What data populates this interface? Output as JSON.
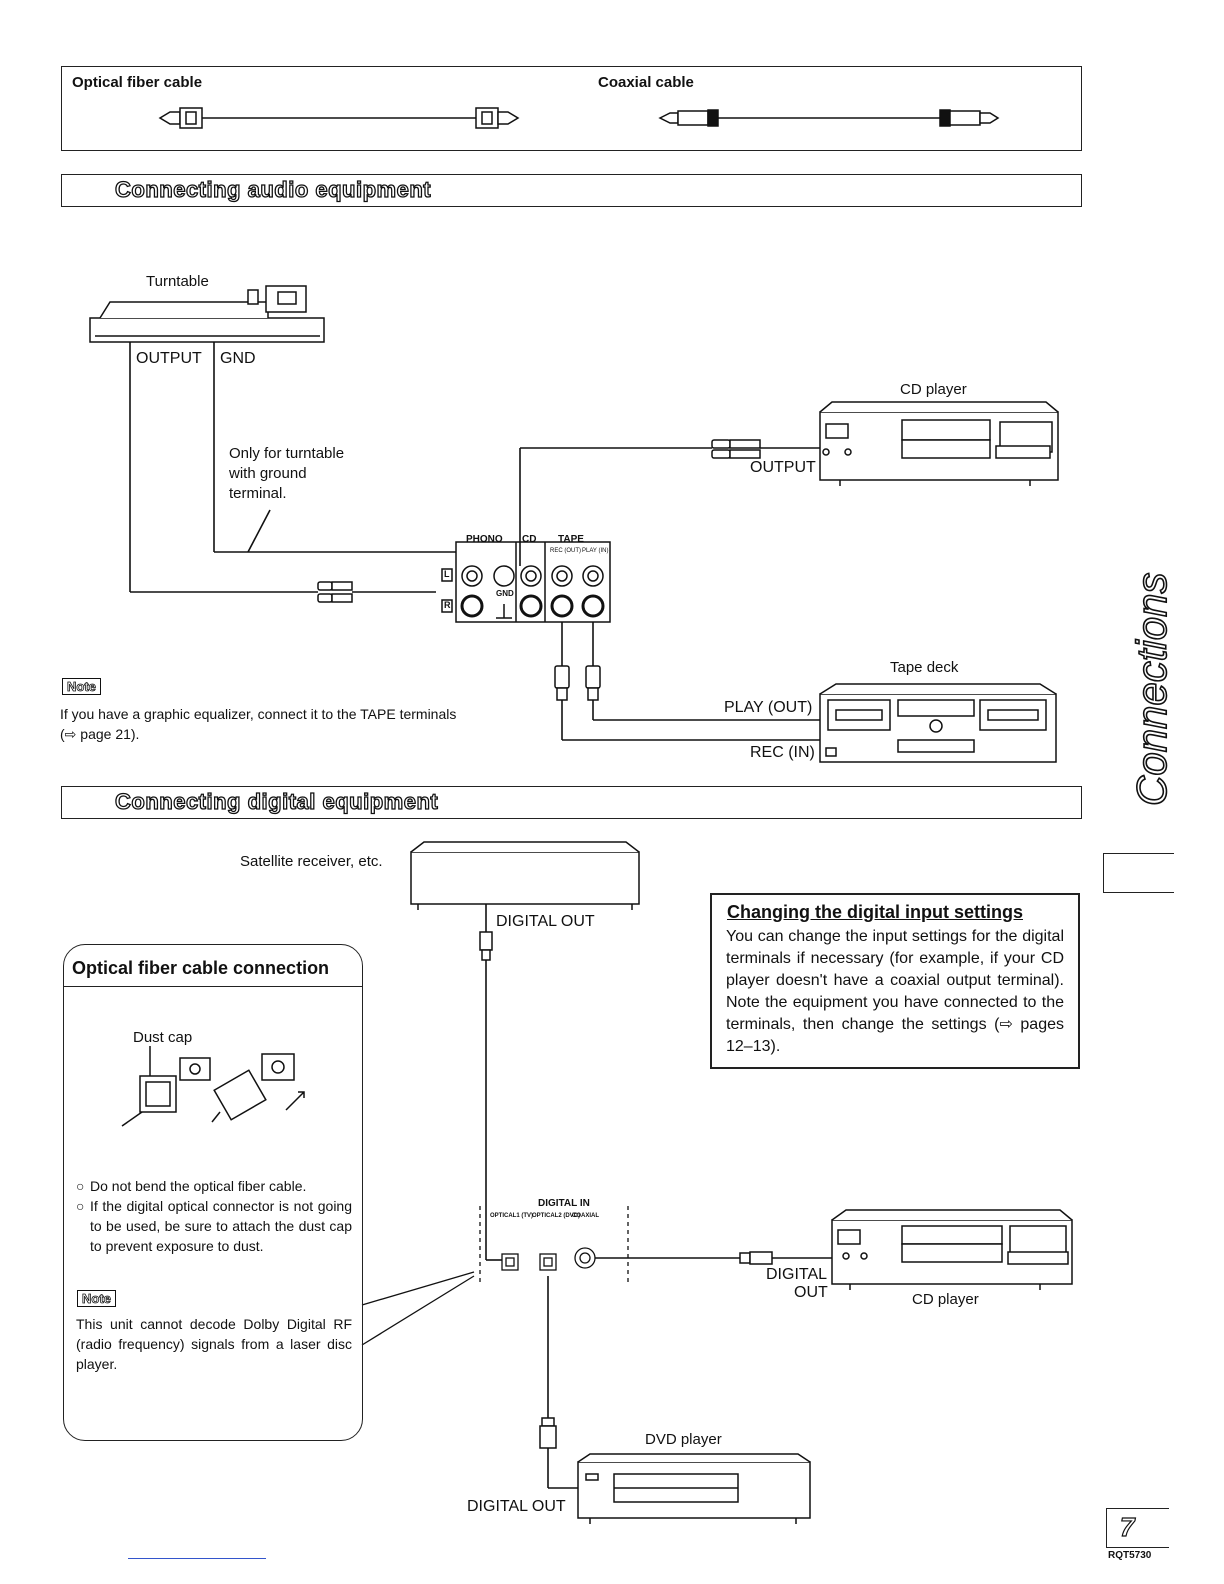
{
  "cables": {
    "optical_label": "Optical fiber cable",
    "coaxial_label": "Coaxial cable"
  },
  "audio_section": {
    "title": "Connecting audio equipment",
    "turntable": "Turntable",
    "output": "OUTPUT",
    "gnd": "GND",
    "ground_note": [
      "Only for turntable",
      "with ground",
      "terminal."
    ],
    "cd_player": "CD player",
    "cd_output": "OUTPUT",
    "tape_deck": "Tape deck",
    "play_out": "PLAY (OUT)",
    "rec_in": "REC (IN)",
    "terminals": {
      "phono": "PHONO",
      "cd": "CD",
      "tape": "TAPE",
      "rec_out": "REC (OUT)",
      "play_in": "PLAY (IN)",
      "gnd": "GND",
      "l": "L",
      "r": "R"
    },
    "note_badge": "Note",
    "note_text": [
      "If you have a graphic equalizer, connect it to the TAPE terminals",
      "(⇨ page 21)."
    ]
  },
  "digital_section": {
    "title": "Connecting digital equipment",
    "satellite": "Satellite receiver, etc.",
    "digital_out_sat": "DIGITAL OUT",
    "optical_box_title": "Optical fiber cable connection",
    "dust_cap": "Dust cap",
    "bullets": [
      "Do not bend the optical fiber cable.",
      "If the digital optical connector is not going to be used, be sure to attach the dust cap to prevent exposure to dust."
    ],
    "note_badge": "Note",
    "note_text": "This unit cannot decode Dolby Digital RF (radio frequency) signals from a laser disc player.",
    "settings_title": "Changing the digital input settings",
    "settings_text": "You can change the input settings for the digital terminals if necessary (for example, if your CD player doesn't have a coaxial output terminal). Note the equipment you have connected to the terminals, then change the settings (⇨ pages 12–13).",
    "digital_in": "DIGITAL IN",
    "optical1": "OPTICAL1 (TV)",
    "optical2": "OPTICAL2 (DVD)",
    "coaxial": "COAXIAL",
    "cd_player": "CD player",
    "digital_out_cd": [
      "DIGITAL",
      "OUT"
    ],
    "dvd_player": "DVD player",
    "digital_out_dvd": "DIGITAL OUT"
  },
  "side_tab": "Connections",
  "page_number": "7",
  "doc_code": "RQT5730"
}
